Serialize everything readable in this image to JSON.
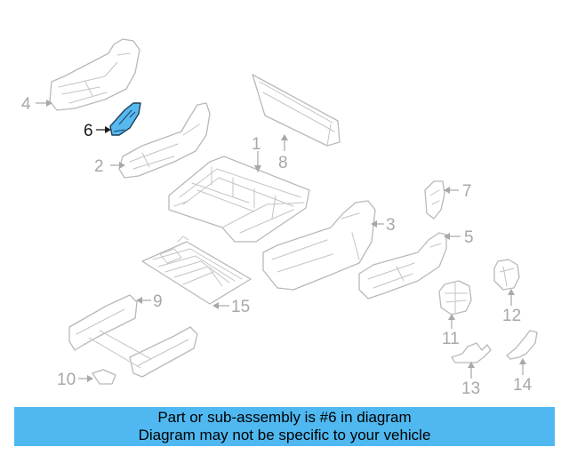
{
  "diagram": {
    "highlighted_part": "6",
    "callouts": [
      "1",
      "2",
      "3",
      "4",
      "5",
      "6",
      "7",
      "8",
      "9",
      "10",
      "11",
      "12",
      "13",
      "14",
      "15"
    ],
    "colors": {
      "highlight": "#57b9ee",
      "outline": "#b9b9b9",
      "banner": "#4fb8f0"
    }
  },
  "caption": {
    "line1": "Part or sub-assembly is #6 in diagram",
    "line2": "Diagram may not be specific to your vehicle"
  }
}
